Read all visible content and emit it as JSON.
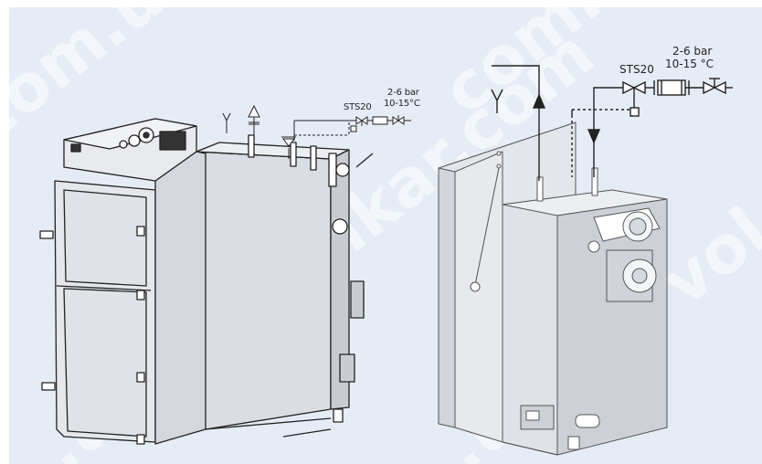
{
  "colors": {
    "background": "#e6ecf6",
    "outline": "#222222",
    "boiler_body": "#e2e4e9",
    "boiler_shadow": "#c9ccd3",
    "watermark": "#ffffff"
  },
  "left_diagram": {
    "valve_label": "STS20",
    "pressure": "2-6 bar",
    "temperature": "10-15°C"
  },
  "right_diagram": {
    "valve_label": "STS20",
    "pressure": "2-6 bar",
    "temperature": "10-15 °C"
  },
  "watermarks": [
    "com.ua",
    "com.ua",
    "volkar.com",
    "vol",
    ".ua",
    ".ua"
  ]
}
